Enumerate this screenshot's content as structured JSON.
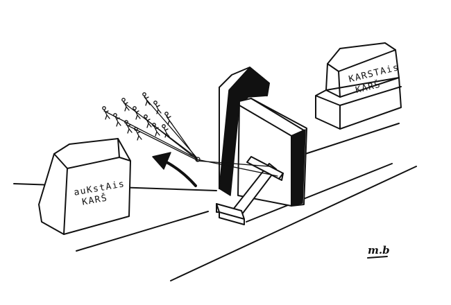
{
  "cartoon": {
    "left_pedestal": {
      "line1": "auKstAis",
      "line2": "KARŠ"
    },
    "right_pedestal": {
      "line1": "KARSTAis",
      "line2": "KARŠ"
    },
    "signature": "m.b",
    "figures_count": 12,
    "ink_color": "#111111",
    "paper_color": "#ffffff"
  }
}
